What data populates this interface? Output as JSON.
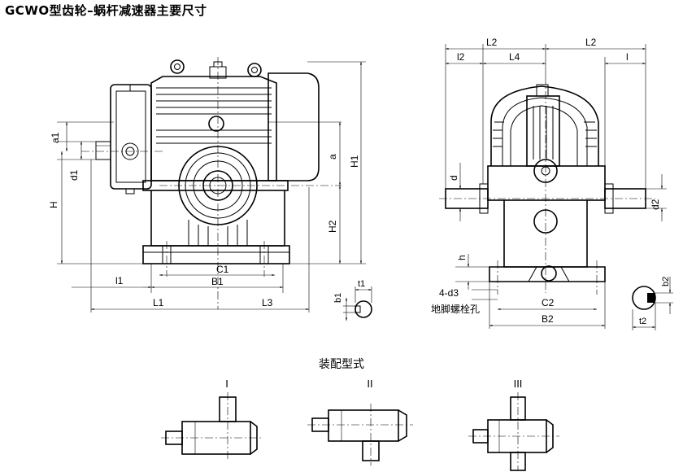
{
  "title": "GCWO型齿轮–蜗杆减速器主要尺寸",
  "assembly_title": "装配型式",
  "assembly_types": [
    "I",
    "II",
    "III"
  ],
  "front_view": {
    "dims": {
      "a1": "a1",
      "d1": "d1",
      "H": "H",
      "a": "a",
      "H1": "H1",
      "H2": "H2",
      "l1": "l1",
      "C1": "C1",
      "B1": "B1",
      "L1": "L1",
      "L3": "L3"
    }
  },
  "side_view": {
    "dims": {
      "L2_left": "L2",
      "L2_right": "L2",
      "l2": "l2",
      "L4": "L4",
      "l": "l",
      "d": "d",
      "d2": "d2",
      "h": "h",
      "d3": "4-d3",
      "C2": "C2",
      "B2": "B2"
    },
    "foot_hole_label": "地脚螺栓孔"
  },
  "key_detail_1": {
    "b1": "b1",
    "t1": "t1"
  },
  "key_detail_2": {
    "b2": "b2",
    "t2": "t2"
  }
}
